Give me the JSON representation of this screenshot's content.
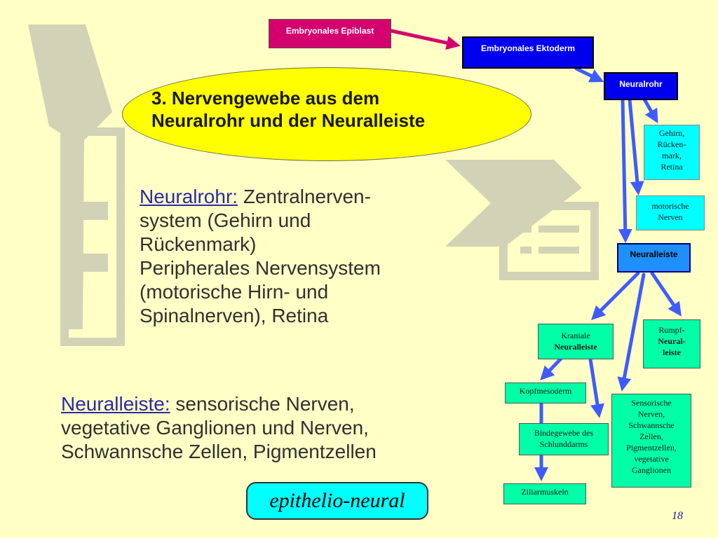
{
  "slide": {
    "title": "3. Nervengewebe aus dem\nNeuralrohr und der Neuralleiste",
    "neuralrohr_head": "Neuralrohr:",
    "neuralrohr_line1": " Zentralnerven-",
    "neuralrohr_rest": "system (Gehirn und\nRückenmark)\nPeripherales Nervensystem\n(motorische Hirn- und\nSpinalnerven), Retina",
    "neuralleiste_head": "Neuralleiste:",
    "neuralleiste_line1": " sensorische Nerven,",
    "neuralleiste_rest": "vegetative Ganglionen und Nerven,\nSchwannsche Zellen, Pigmentzellen",
    "badge": "epithelio-neural",
    "page_number": "18"
  },
  "diagram": {
    "epiblast": "Embryonales Epiblast",
    "ektoderm": "Embryonales Ektoderm",
    "neuralrohr": "Neuralrohr",
    "gehirn": "Gehirn,\nRücken-\nmark,\nRetina",
    "motorische": "motorische\nNerven",
    "neuralleiste": "Neuralleiste",
    "kraniale_top": "Kraniale",
    "kraniale_bold": "Neuralleiste",
    "rumpf_top": "Rumpf-",
    "rumpf_bold": "Neural-\nleiste",
    "kopfmesoderm": "Kopfmesoderm",
    "bindegewebe": "Bindegewebe des\nSchlunddarms",
    "sensorische": "Sensorische\nNerven,\nSchwannsche\nZellen,\nPigmentzellen,\nvegetative\nGanglionen",
    "ziliarmuskeln": "Ziliarmuskeln"
  },
  "colors": {
    "background": "#ffffc6",
    "arrow_blue": "#3f5bff",
    "arrow_magenta": "#d4006e",
    "highlight": "#2a2aa8"
  }
}
